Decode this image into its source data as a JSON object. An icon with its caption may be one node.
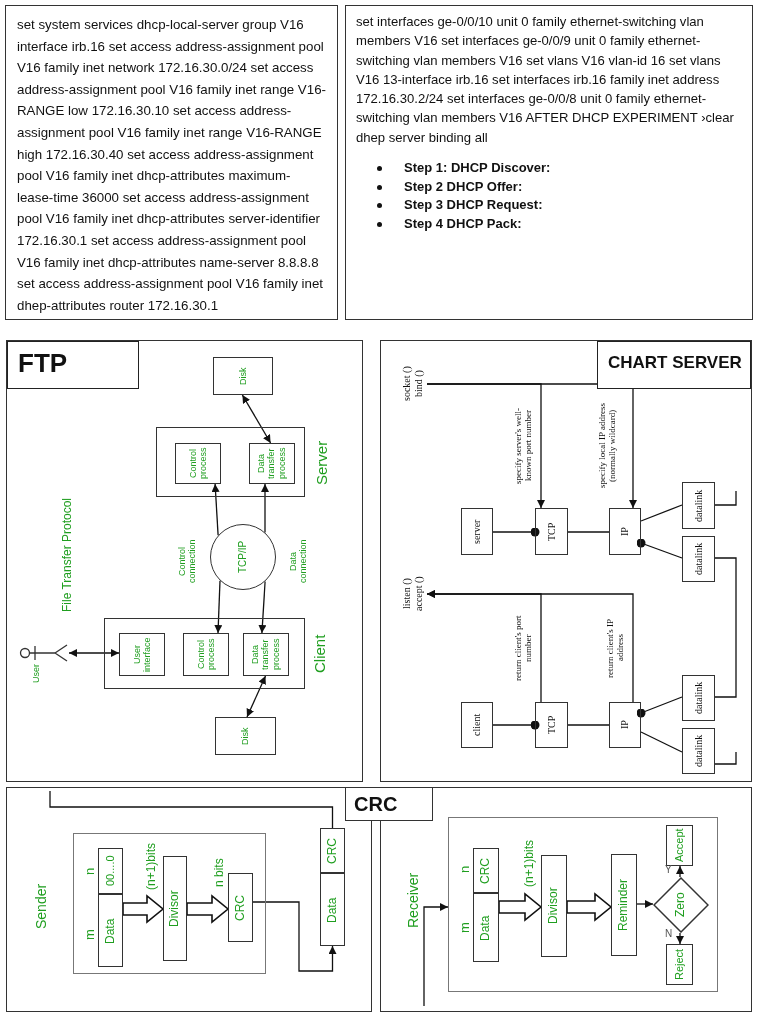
{
  "diagram": {
    "nodes": [
      {
        "text": [
          "set system services dhcp-local-server group V16 interface irb.16 set access address-assignment pool V16 family inet network 172.16.30.0/24 set access address-assignment pool V16 family inet range V16-RANGE low 172.16.30.10  set access address-assignment pool V16 family inet range V16-RANGE high 172.16.30.40 set access address-assignment pool V16 family inet dhcp-attributes maximum-lease-time 36000 set access address-assignment pool V16 family inet dhcp-attributes server-identifier  172.16.30.1 set access address-assignment pool V16 family inet dhcp-attributes name-server 8.8.8.8",
          "set access address-assignment pool V16 family inet dhep-attributes router 172.16.30.1"
        ]
      },
      {
        "text": [
          "set interfaces ge-0/0/10 unit 0 family ethernet-switching vlan members V16 set interfaces ge-0/0/9 unit 0 family ethernet-switching vlan members V16  set vlans V16 vlan-id 16  set vlans V16 13-interface irb.16  set interfaces irb.16 family inet address 172.16.30.2/24  set interfaces ge-0/0/8 unit 0 family ethernet-switching vlan members V16  AFTER DHCP EXPERIMENT ›clear dhep server binding all",
          "Step 1: DHCP Discover:",
          "Step 2 DHCP Offer:",
          "Step 3 DHCP Request:",
          "Step 4 DHCP Pack:"
        ]
      },
      {
        "text": [
          "FTP"
        ]
      },
      {
        "text": [
          "Disk"
        ],
        "in": 2
      },
      {
        "text": [
          "Server"
        ],
        "in": 2
      },
      {
        "text": [
          "Control process"
        ],
        "in": 4
      },
      {
        "text": [
          "Data transfer process"
        ],
        "in": 4
      },
      {
        "text": [
          "TCP/IP"
        ],
        "in": 2
      },
      {
        "text": [
          "Client"
        ],
        "in": 2
      },
      {
        "text": [
          "User interface"
        ],
        "in": 8
      },
      {
        "text": [
          "Control process"
        ],
        "in": 8
      },
      {
        "text": [
          "Data transfer process"
        ],
        "in": 8
      },
      {
        "text": [
          "Disk"
        ],
        "in": 2
      },
      {
        "text": [
          "User"
        ],
        "in": 2
      },
      {
        "text": [
          "CHART SERVER"
        ]
      },
      {
        "text": [
          "socket () bind ()"
        ],
        "in": 14
      },
      {
        "text": [
          "server"
        ],
        "in": 14
      },
      {
        "text": [
          "TCP"
        ],
        "in": 14
      },
      {
        "text": [
          "IP"
        ],
        "in": 14
      },
      {
        "text": [
          "datalink"
        ],
        "in": 14
      },
      {
        "text": [
          "datalink"
        ],
        "in": 14
      },
      {
        "text": [
          "listen () accept ()"
        ],
        "in": 14
      },
      {
        "text": [
          "client"
        ],
        "in": 14
      },
      {
        "text": [
          "TCP"
        ],
        "in": 14
      },
      {
        "text": [
          "IP"
        ],
        "in": 14
      },
      {
        "text": [
          "datalink"
        ],
        "in": 14
      },
      {
        "text": [
          "datalink"
        ],
        "in": 14
      },
      {
        "text": [
          "CRC"
        ]
      },
      {
        "text": [
          "Sender"
        ]
      },
      {
        "text": [],
        "shape": "box",
        "in": 28
      },
      {
        "text": [
          "00....0"
        ],
        "beside": [
          "n"
        ],
        "in": 29
      },
      {
        "text": [
          "Data"
        ],
        "beside": [
          "m"
        ],
        "in": 29
      },
      {
        "text": [
          "Divisor"
        ],
        "beside": [
          "(n+1)bits"
        ],
        "in": 29
      },
      {
        "text": [
          "CRC"
        ],
        "beside": [
          "n bits"
        ],
        "in": 29
      },
      {
        "text": [
          "CRC"
        ],
        "in": 28
      },
      {
        "text": [
          "Data"
        ],
        "in": 28
      },
      {
        "text": [
          "Receiver"
        ]
      },
      {
        "text": [],
        "shape": "box",
        "in": 36
      },
      {
        "text": [
          "CRC"
        ],
        "beside": [
          "n"
        ],
        "in": 37
      },
      {
        "text": [
          "Data"
        ],
        "beside": [
          "m"
        ],
        "in": 37
      },
      {
        "text": [
          "Divisor"
        ],
        "beside": [
          "(n+1)bits"
        ],
        "in": 37
      },
      {
        "text": [
          "Reminder"
        ],
        "in": 37
      },
      {
        "text": [
          "Zero"
        ],
        "in": 37
      },
      {
        "text": [
          "Accept"
        ],
        "in": 37
      },
      {
        "text": [
          "Reject"
        ],
        "in": 37
      }
    ],
    "edges": [
      {
        "from": 3,
        "to": 6,
        "arrow": "both"
      },
      {
        "from": 7,
        "to": 5,
        "arrow": "to"
      },
      {
        "from": 7,
        "to": 6,
        "arrow": "to"
      },
      {
        "from": 7,
        "to": 10,
        "arrow": "to"
      },
      {
        "from": 7,
        "to": 11,
        "arrow": "to"
      },
      {
        "from": 13,
        "to": 9,
        "arrow": "both"
      },
      {
        "from": 11,
        "to": 12,
        "arrow": "both"
      },
      {
        "from": 15,
        "to": 17,
        "arrow": "to",
        "label": "specify server's well-known port number"
      },
      {
        "from": 15,
        "to": 18,
        "arrow": "to",
        "label": "specify local IP address (normally wildcard)"
      },
      {
        "from": 16,
        "to": 17,
        "arrow": "other"
      },
      {
        "from": 17,
        "to": 18,
        "arrow": "none"
      },
      {
        "from": 18,
        "to": 19,
        "arrow": "none"
      },
      {
        "from": 20,
        "to": 18,
        "arrow": "other"
      },
      {
        "from": 20,
        "to": 25,
        "arrow": "none"
      },
      {
        "from": 23,
        "to": 21,
        "arrow": "to",
        "label": "return client's port number"
      },
      {
        "from": 24,
        "to": 21,
        "arrow": "to",
        "label": "return client's IP address"
      },
      {
        "from": 22,
        "to": 23,
        "arrow": "other"
      },
      {
        "from": 23,
        "to": 24,
        "arrow": "none"
      },
      {
        "from": 25,
        "to": 24,
        "arrow": "other"
      },
      {
        "from": 24,
        "to": 26,
        "arrow": "none"
      },
      {
        "from": 31,
        "to": 32,
        "arrow": "to",
        "style": "thick"
      },
      {
        "from": 32,
        "to": 33,
        "arrow": "to",
        "style": "thick"
      },
      {
        "from": 33,
        "to": 35,
        "arrow": "to"
      },
      {
        "from": 34,
        "to": null,
        "arrow": "none"
      },
      {
        "from": null,
        "to": 37,
        "arrow": "to"
      },
      {
        "from": 39,
        "to": 40,
        "arrow": "to",
        "style": "thick"
      },
      {
        "from": 40,
        "to": 41,
        "arrow": "to",
        "style": "thick"
      },
      {
        "from": 41,
        "to": 42,
        "arrow": "to"
      },
      {
        "from": 42,
        "to": 43,
        "arrow": "to",
        "label": "Y"
      },
      {
        "from": 42,
        "to": 44,
        "arrow": "to",
        "label": "N"
      },
      {
        "from": 19,
        "to": null,
        "arrow": "none"
      },
      {
        "from": 26,
        "to": null,
        "arrow": "none"
      }
    ],
    "labels": [
      "File Transfer Protocol",
      "Control connection",
      "Data connection"
    ]
  }
}
